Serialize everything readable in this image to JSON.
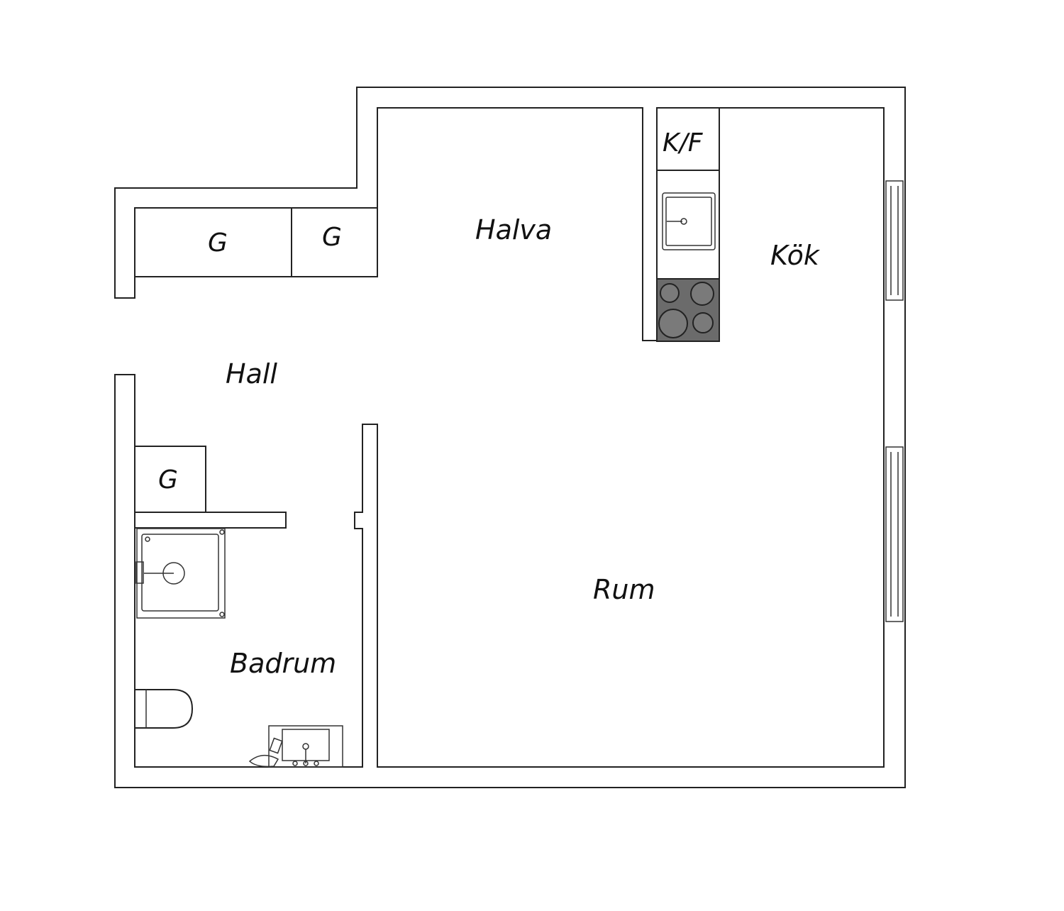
{
  "rooms": {
    "hall": "Hall",
    "halva": "Halva",
    "kok": "Kök",
    "rum": "Rum",
    "badrum": "Badrum"
  },
  "fixtures": {
    "kf": "K/F",
    "wardrobe": "G"
  },
  "colors": {
    "wall": "#222222",
    "stove": "#6b6b6b",
    "background": "#ffffff"
  }
}
